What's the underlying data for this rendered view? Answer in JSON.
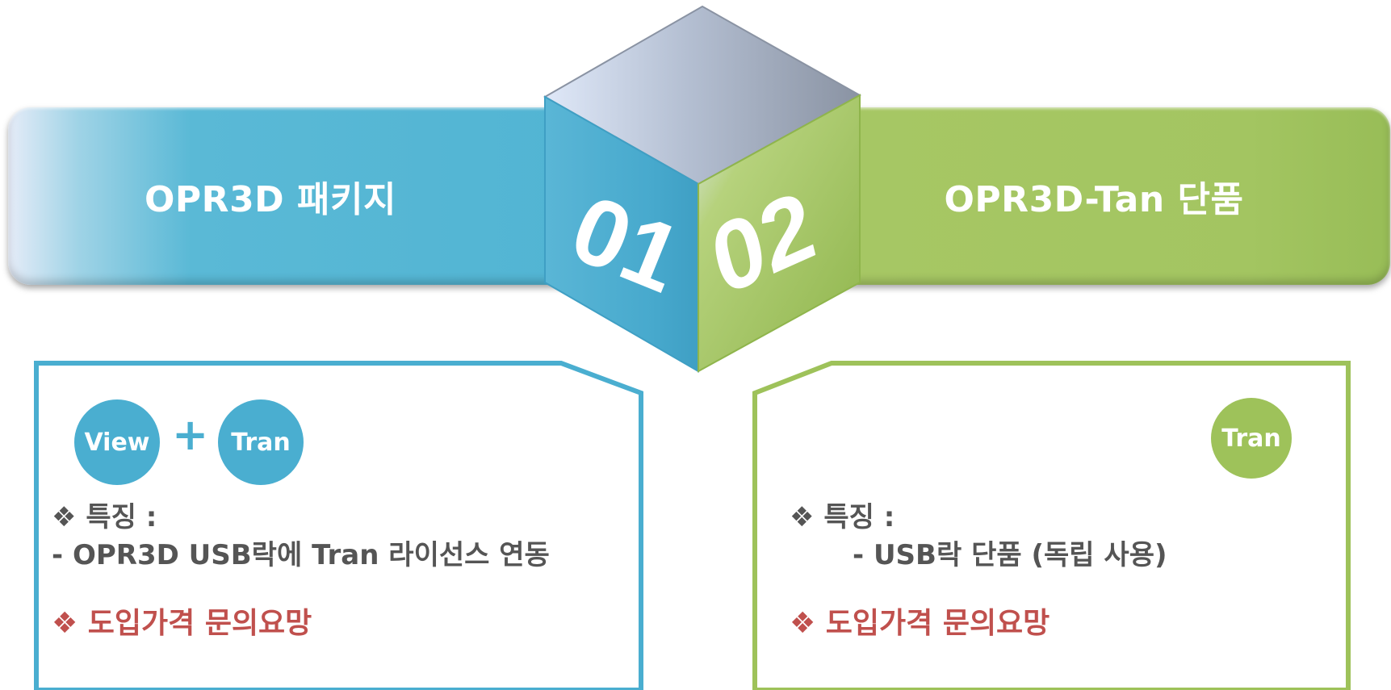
{
  "left_banner": {
    "title": "OPR3D 패키지"
  },
  "right_banner": {
    "title": "OPR3D-Tan 단품"
  },
  "cube": {
    "face_left_number": "01",
    "face_right_number": "02"
  },
  "left_panel": {
    "badges": [
      "View",
      "Tran"
    ],
    "plus_symbol": "+",
    "feature_label": "❖ 특징 :",
    "feature_detail": "- OPR3D USB락에 Tran 라이선스 연동",
    "price_note": "❖ 도입가격 문의요망"
  },
  "right_panel": {
    "badges": [
      "Tran"
    ],
    "feature_label": "❖ 특징 :",
    "feature_detail": "- USB락 단품 (독립 사용)",
    "price_note": "❖ 도입가격 문의요망"
  },
  "colors": {
    "blue": "#4fb3d2",
    "green": "#a3c561",
    "price_red": "#c0504d",
    "text_gray": "#555555",
    "cube_top": "#a9b4c6"
  }
}
